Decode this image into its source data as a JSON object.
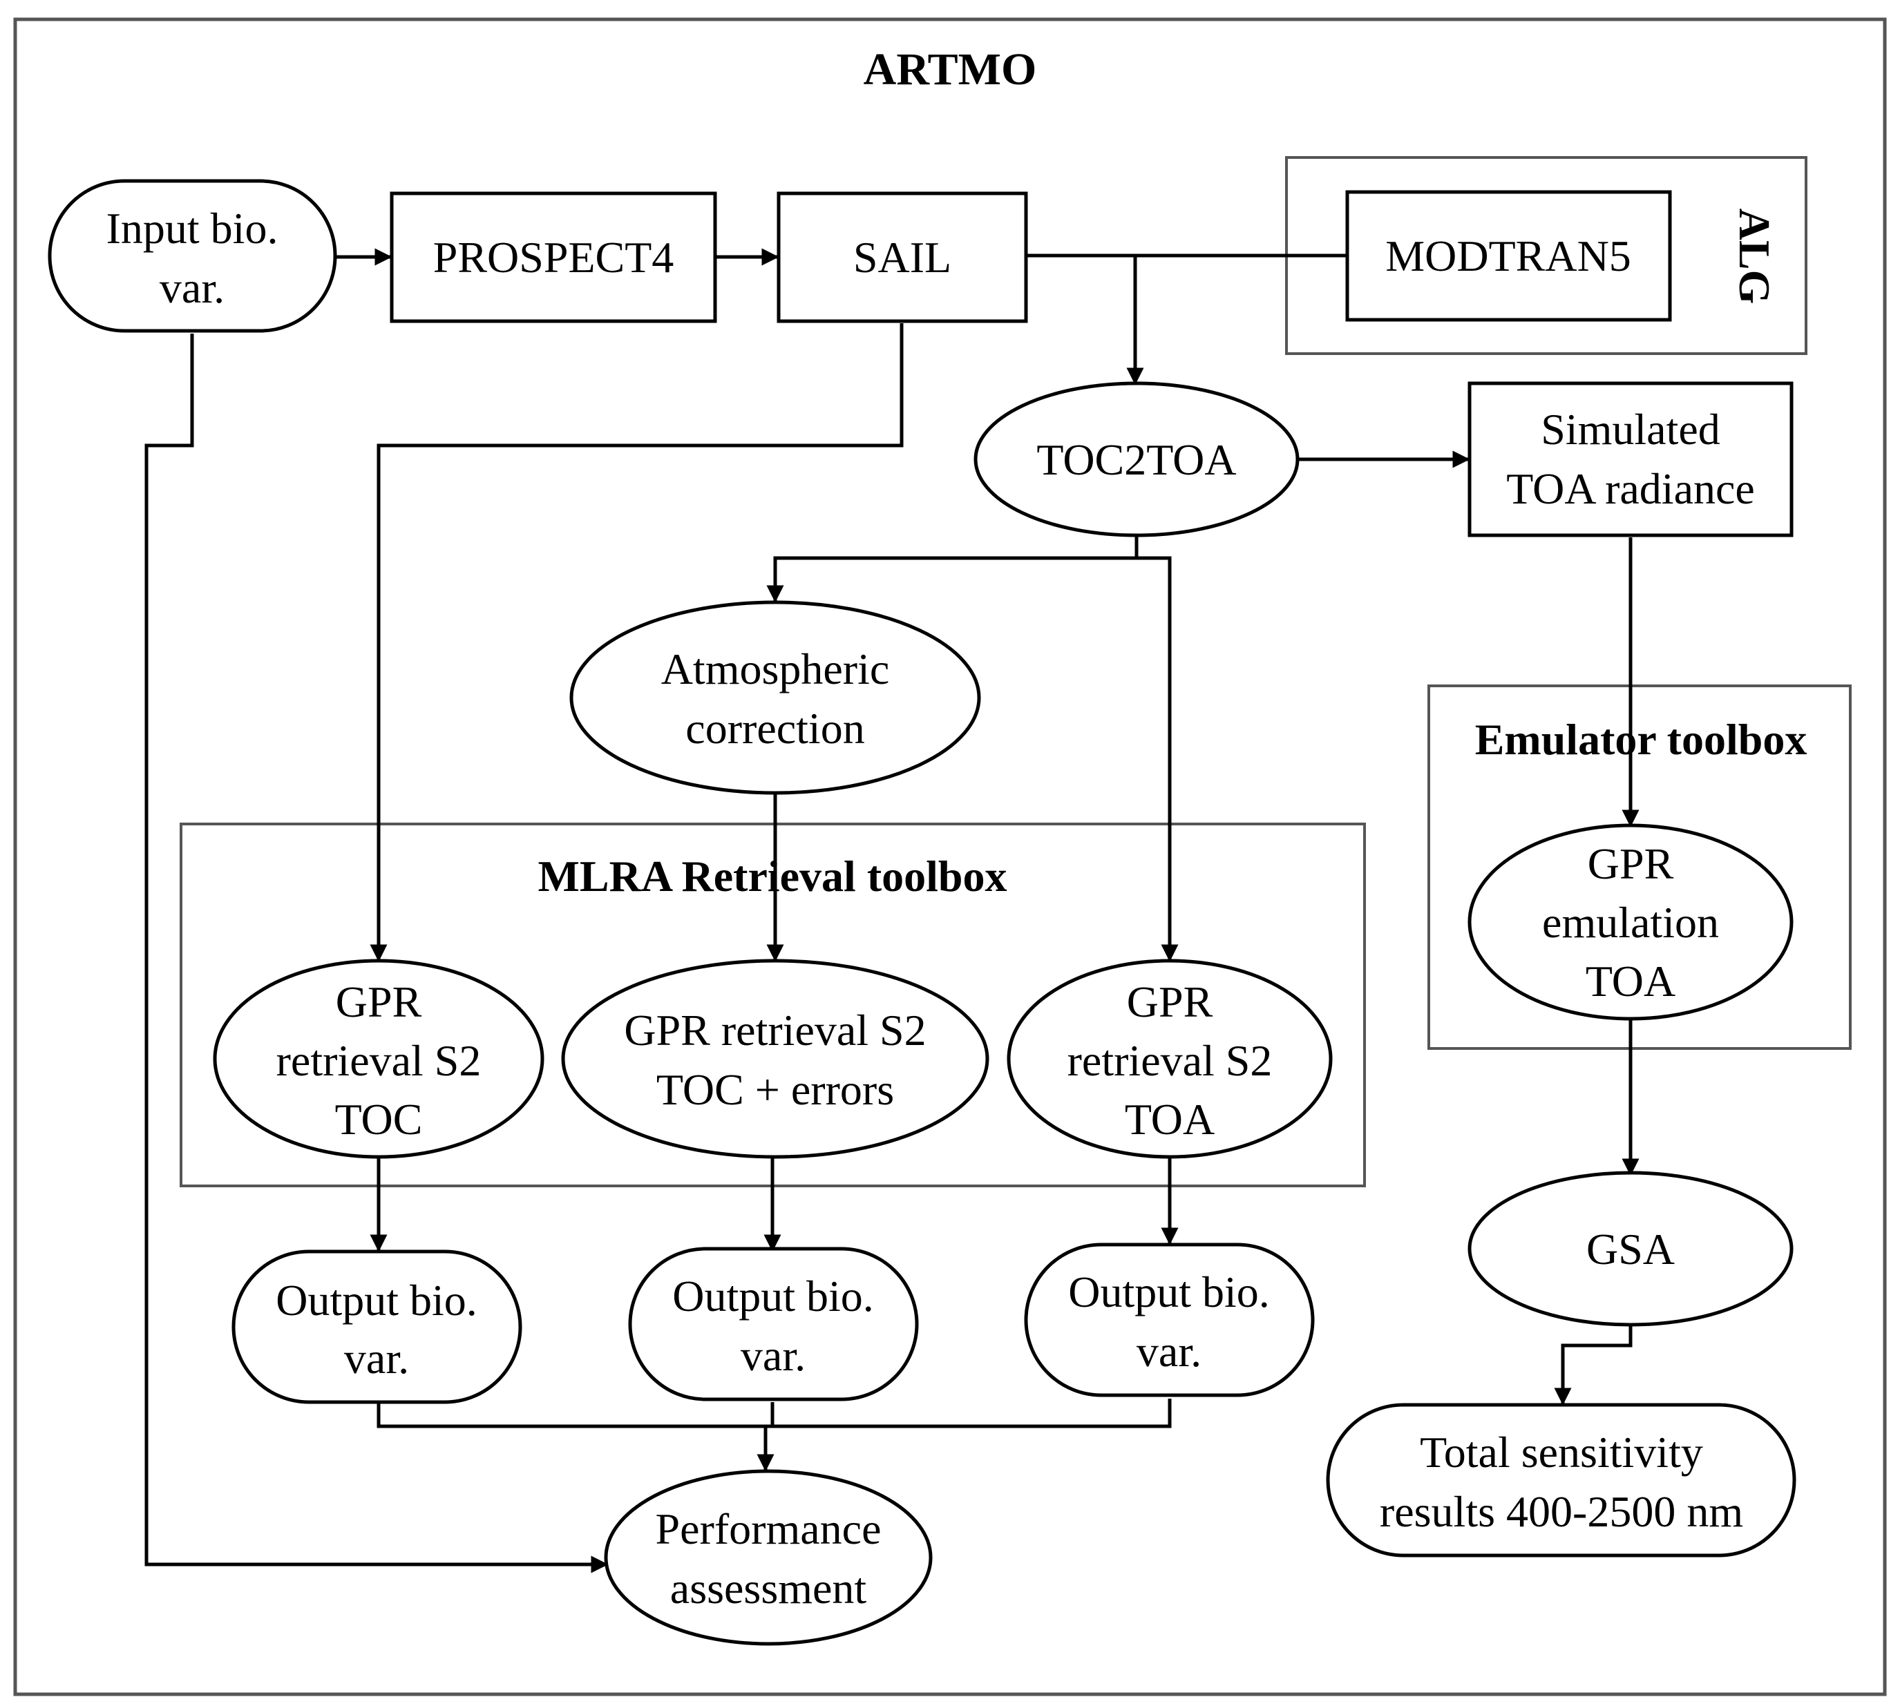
{
  "title": "ARTMO",
  "groups": {
    "alg": "ALG",
    "mlra": "MLRA Retrieval toolbox",
    "emulator": "Emulator toolbox"
  },
  "nodes": {
    "input_bio_var": [
      "Input bio.",
      "var."
    ],
    "prospect4": [
      "PROSPECT4"
    ],
    "sail": [
      "SAIL"
    ],
    "modtran5": [
      "MODTRAN5"
    ],
    "toc2toa": [
      "TOC2TOA"
    ],
    "simulated_toa_radiance": [
      "Simulated",
      "TOA radiance"
    ],
    "atmospheric_correction": [
      "Atmospheric",
      "correction"
    ],
    "gpr_retrieval_toc": [
      "GPR",
      "retrieval S2",
      "TOC"
    ],
    "gpr_retrieval_toc_errors": [
      "GPR retrieval S2",
      "TOC + errors"
    ],
    "gpr_retrieval_toa": [
      "GPR",
      "retrieval S2",
      "TOA"
    ],
    "gpr_emulation_toa": [
      "GPR",
      "emulation",
      "TOA"
    ],
    "output_bio_var_1": [
      "Output bio.",
      "var."
    ],
    "output_bio_var_2": [
      "Output bio.",
      "var."
    ],
    "output_bio_var_3": [
      "Output bio.",
      "var."
    ],
    "gsa": [
      "GSA"
    ],
    "total_sensitivity": [
      "Total sensitivity",
      "results 400-2500 nm"
    ],
    "performance_assessment": [
      "Performance",
      "assessment"
    ]
  }
}
